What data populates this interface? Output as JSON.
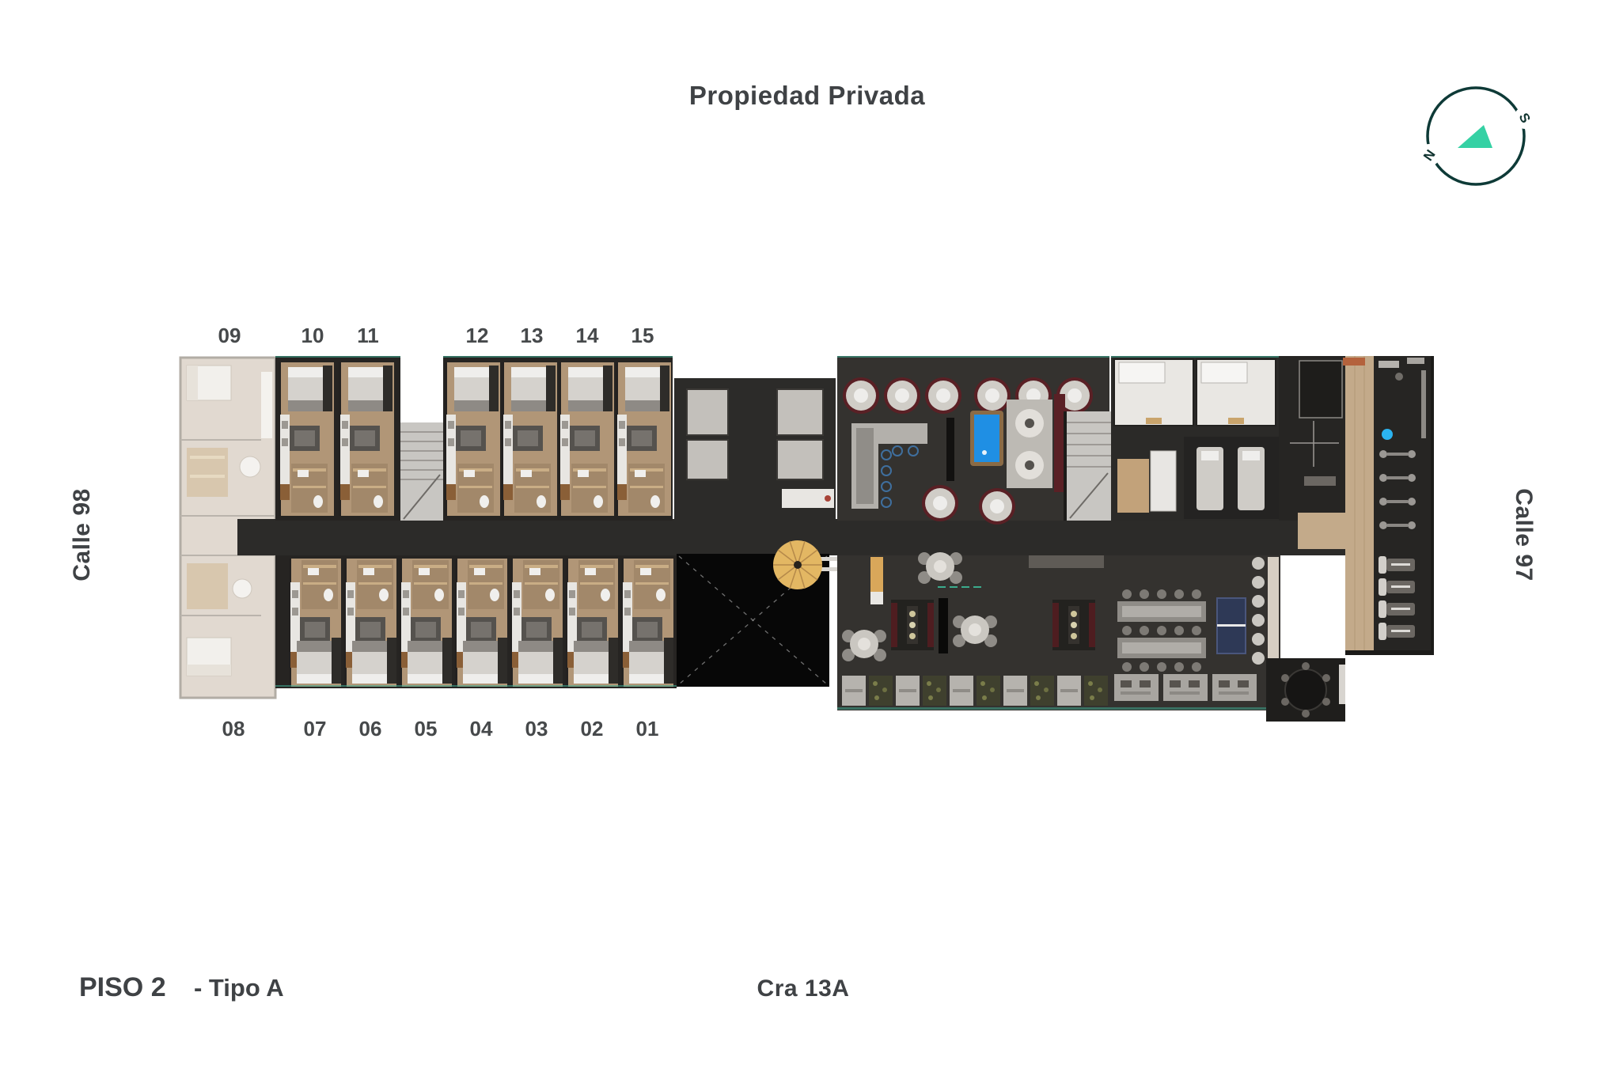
{
  "header": {
    "title": "Propiedad Privada"
  },
  "footer": {
    "floor_bold": "PISO 2",
    "floor_type": "- Tipo A",
    "street_bottom": "Cra 13A"
  },
  "streets": {
    "left": "Calle 98",
    "right": "Calle 97"
  },
  "compass": {
    "n": "N",
    "s": "S"
  },
  "plan": {
    "top_unit_numbers": [
      "09",
      "10",
      "11",
      "12",
      "13",
      "14",
      "15"
    ],
    "bottom_unit_numbers": [
      "08",
      "07",
      "06",
      "05",
      "04",
      "03",
      "02",
      "01"
    ]
  },
  "colors": {
    "text": "#3f4245",
    "accent_teal": "#35d1a4",
    "compass_ring": "#0e3a37",
    "wall_dark": "#22201e",
    "corridor": "#2c2b29",
    "unit_floor": "#b19677",
    "bathroom_marble": "#a2886a",
    "bed_gray": "#d5d2cd",
    "faded_wing": "#d3c8ba",
    "amenity_floor": "#34322f",
    "void_black": "#070707",
    "spiral_gold": "#e3b763",
    "billiard_blue": "#1f8fe4",
    "lounge_red": "#5a2025",
    "stair_gray": "#c8c6c2",
    "gym_wood": "#c3aa8a",
    "pingpong_navy": "#2e3956",
    "planter_green": "#3f402e"
  }
}
